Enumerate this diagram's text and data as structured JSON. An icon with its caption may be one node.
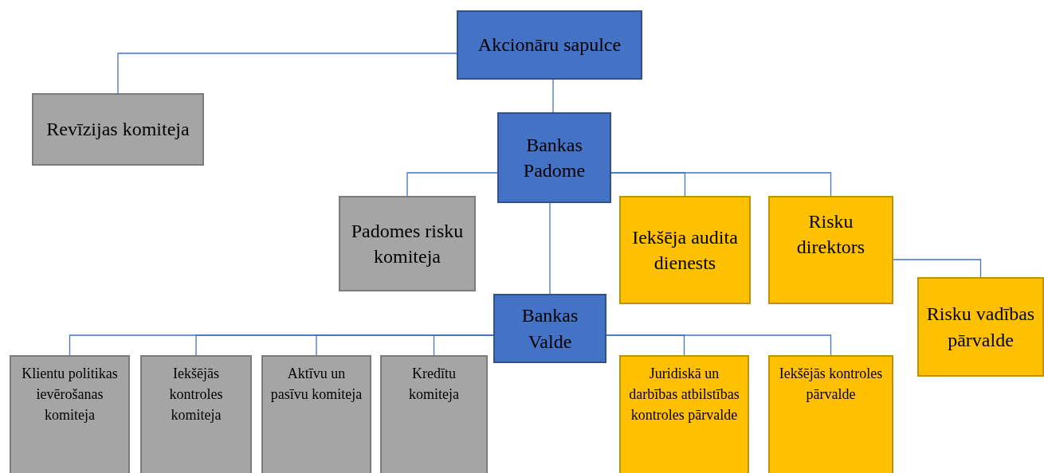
{
  "diagram": {
    "nodes": [
      {
        "text": [
          "Akcionāru sapulce"
        ]
      },
      {
        "text": [
          "Revīzijas komiteja"
        ]
      },
      {
        "text": [
          "Bankas Padome"
        ]
      },
      {
        "text": [
          "Padomes risku komiteja"
        ]
      },
      {
        "text": [
          "Iekšēja audita dienests"
        ]
      },
      {
        "text": [
          "Risku direktors"
        ]
      },
      {
        "text": [
          "Risku vadības pārvalde"
        ]
      },
      {
        "text": [
          "Bankas Valde"
        ]
      },
      {
        "text": [
          "Klientu politikas ievērošanas komiteja"
        ]
      },
      {
        "text": [
          "Iekšējās kontroles komiteja"
        ]
      },
      {
        "text": [
          "Aktīvu un pasīvu komiteja"
        ]
      },
      {
        "text": [
          "Kredītu komiteja"
        ]
      },
      {
        "text": [
          "Juridiskā un darbības atbilstības kontroles pārvalde"
        ]
      },
      {
        "text": [
          "Iekšējās kontroles pārvalde"
        ]
      }
    ],
    "edges": [
      {
        "from": 0,
        "to": 1,
        "arrow": "none"
      },
      {
        "from": 0,
        "to": 2,
        "arrow": "none"
      },
      {
        "from": 2,
        "to": 3,
        "arrow": "none"
      },
      {
        "from": 2,
        "to": 4,
        "arrow": "none"
      },
      {
        "from": 2,
        "to": 5,
        "arrow": "none"
      },
      {
        "from": 5,
        "to": 6,
        "arrow": "none"
      },
      {
        "from": 2,
        "to": 7,
        "arrow": "none"
      },
      {
        "from": 7,
        "to": 8,
        "arrow": "none"
      },
      {
        "from": 7,
        "to": 9,
        "arrow": "none"
      },
      {
        "from": 7,
        "to": 10,
        "arrow": "none"
      },
      {
        "from": 7,
        "to": 11,
        "arrow": "none"
      },
      {
        "from": 7,
        "to": 12,
        "arrow": "none"
      },
      {
        "from": 7,
        "to": 13,
        "arrow": "none"
      }
    ]
  }
}
